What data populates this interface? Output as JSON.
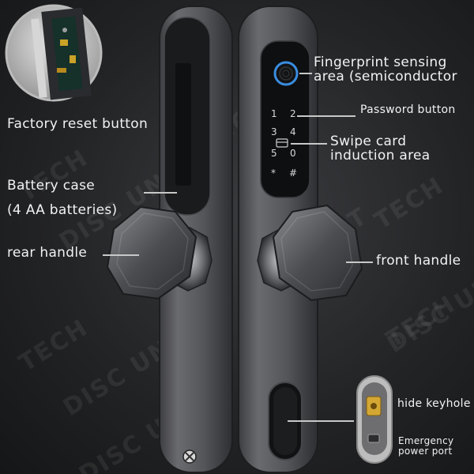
{
  "labels": {
    "factory_reset": "Factory reset button",
    "fingerprint_line1": "Fingerprint sensing",
    "fingerprint_line2": "area (semiconductor",
    "password_button": "Password button",
    "swipe_line1": "Swipe card",
    "swipe_line2": "induction area",
    "battery_line1": "Battery case",
    "battery_line2": "(4 AA batteries)",
    "rear_handle": "rear handle",
    "front_handle": "front handle",
    "hide_keyhole": "hide keyhole",
    "emergency_line1": "Emergency",
    "emergency_line2": "power port"
  },
  "keypad": {
    "keys": [
      "1",
      "2",
      "3",
      "4",
      "5",
      "0",
      "*",
      "#"
    ]
  },
  "watermark": {
    "line1": "TECH",
    "line2": "DISC  UNT"
  },
  "colors": {
    "background": "#232426",
    "lock_body": "#5a5b5e",
    "panel": "#0e0f10",
    "fingerprint_ring": "#3a8de0",
    "text": "#f2f2f2"
  }
}
